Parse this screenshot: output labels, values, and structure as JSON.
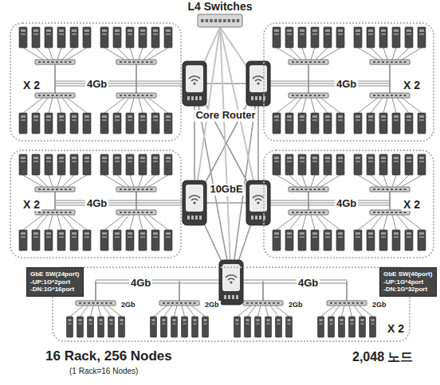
{
  "diagram": {
    "nodes": [
      {
        "text": [
          "X 2",
          "4Gb"
        ]
      },
      {
        "text": [
          "4Gb",
          "X 2"
        ]
      },
      {
        "text": [
          "X 2",
          "4Gb"
        ]
      },
      {
        "text": [
          "4Gb",
          "X 2"
        ]
      },
      {
        "text": [
          "GbE SW(24port)",
          "-UP:1G*2port",
          "-DN:1G*16port"
        ]
      },
      {
        "text": [
          "4Gb",
          "4Gb",
          "2Gb",
          "2Gb",
          "2Gb",
          "2Gb",
          "X 2"
        ]
      },
      {
        "text": [
          "GbE SW(40port)",
          "-UP:1G*4port",
          "-DN:1G*32port"
        ]
      }
    ],
    "labels": [
      "L4 Switches",
      "Core Router",
      "10GbE",
      "16 Rack, 256 Nodes",
      "(1 Rack=16 Nodes)",
      "2,048 노드"
    ]
  }
}
